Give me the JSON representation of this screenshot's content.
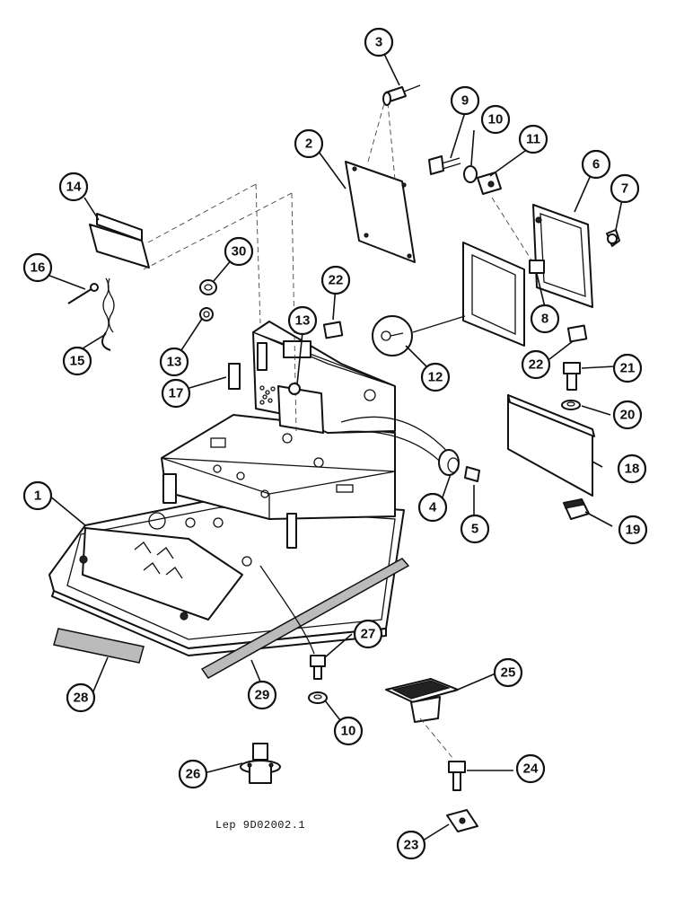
{
  "caption": "Lep 9D02002.1",
  "callouts": [
    "1",
    "2",
    "3",
    "4",
    "5",
    "6",
    "7",
    "8",
    "9",
    "10",
    "10",
    "11",
    "12",
    "13",
    "13",
    "14",
    "15",
    "16",
    "17",
    "18",
    "19",
    "20",
    "21",
    "22",
    "22",
    "23",
    "24",
    "25",
    "26",
    "27",
    "28",
    "29",
    "30"
  ]
}
